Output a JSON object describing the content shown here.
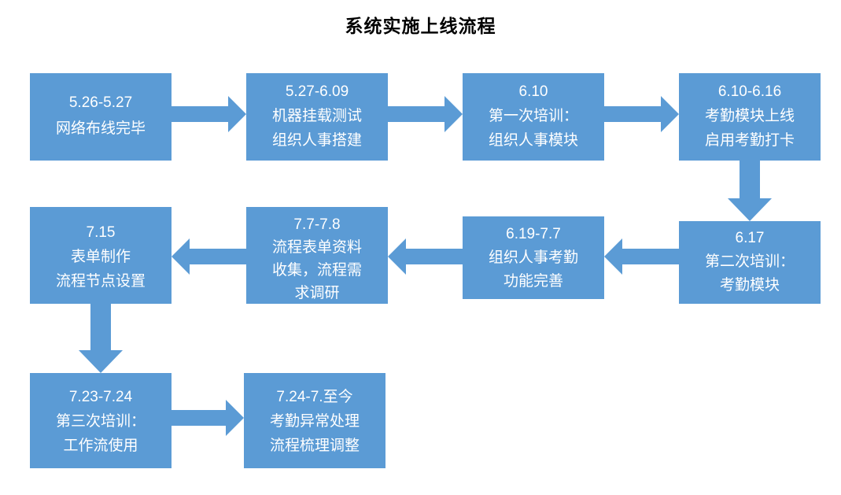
{
  "title": "系统实施上线流程",
  "colors": {
    "node_fill": "#5B9BD5",
    "node_text": "#FFFFFF",
    "arrow": "#5B9BD5",
    "background": "#FFFFFF",
    "title_text": "#000000"
  },
  "nodes": [
    {
      "id": "node-1",
      "name": "network-cabling",
      "date": "5.26-5.27",
      "lines": [
        "5.26-5.27",
        "网络布线完毕"
      ]
    },
    {
      "id": "node-2",
      "name": "machine-mount-test",
      "date": "5.27-6.09",
      "lines": [
        "5.27-6.09",
        "机器挂载测试",
        "组织人事搭建"
      ]
    },
    {
      "id": "node-3",
      "name": "first-training",
      "date": "6.10",
      "lines": [
        "6.10",
        "第一次培训：",
        "组织人事模块"
      ]
    },
    {
      "id": "node-4",
      "name": "attendance-module-launch",
      "date": "6.10-6.16",
      "lines": [
        "6.10-6.16",
        "考勤模块上线",
        "启用考勤打卡"
      ]
    },
    {
      "id": "node-5",
      "name": "second-training",
      "date": "6.17",
      "lines": [
        "6.17",
        "第二次培训：",
        "考勤模块"
      ]
    },
    {
      "id": "node-6",
      "name": "function-improvement",
      "date": "6.19-7.7",
      "lines": [
        "6.19-7.7",
        "组织人事考勤",
        "功能完善"
      ]
    },
    {
      "id": "node-7",
      "name": "form-data-collection",
      "date": "7.7-7.8",
      "lines": [
        "7.7-7.8",
        "流程表单资料",
        "收集，流程需",
        "求调研"
      ]
    },
    {
      "id": "node-8",
      "name": "form-creation",
      "date": "7.15",
      "lines": [
        "7.15",
        "表单制作",
        "流程节点设置"
      ]
    },
    {
      "id": "node-9",
      "name": "third-training",
      "date": "7.23-7.24",
      "lines": [
        "7.23-7.24",
        "第三次培训：",
        "工作流使用"
      ]
    },
    {
      "id": "node-10",
      "name": "exception-handling",
      "date": "7.24-7.至今",
      "lines": [
        "7.24-7.至今",
        "考勤异常处理",
        "流程梳理调整"
      ]
    }
  ],
  "connectors": [
    {
      "name": "arrow-node1-to-node2",
      "direction": "right"
    },
    {
      "name": "arrow-node2-to-node3",
      "direction": "right"
    },
    {
      "name": "arrow-node3-to-node4",
      "direction": "right"
    },
    {
      "name": "arrow-node4-to-node5",
      "direction": "down"
    },
    {
      "name": "arrow-node5-to-node6",
      "direction": "left"
    },
    {
      "name": "arrow-node6-to-node7",
      "direction": "left"
    },
    {
      "name": "arrow-node7-to-node8",
      "direction": "left"
    },
    {
      "name": "arrow-node8-to-node9",
      "direction": "down"
    },
    {
      "name": "arrow-node9-to-node10",
      "direction": "right"
    }
  ]
}
